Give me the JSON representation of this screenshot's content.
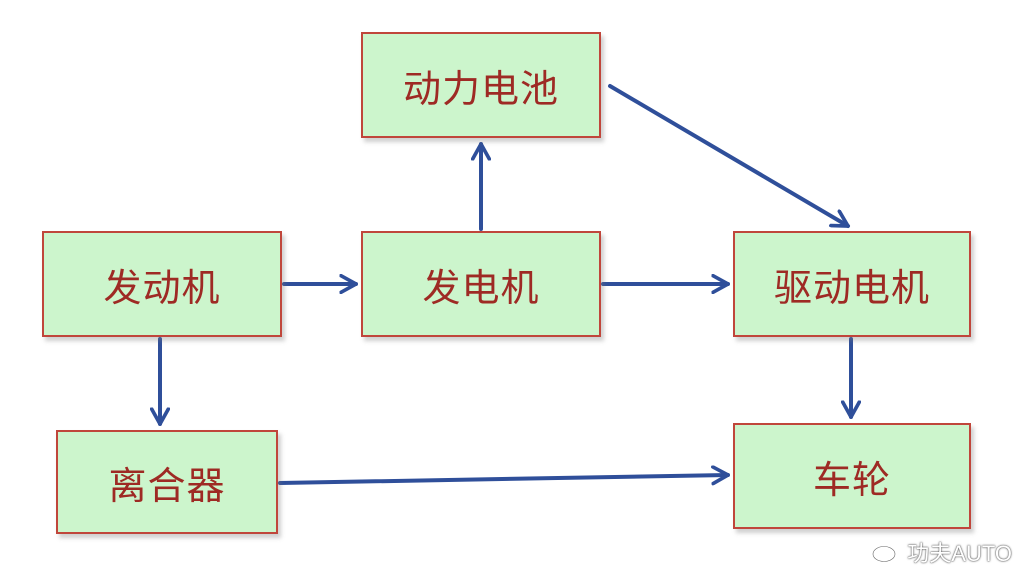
{
  "diagram": {
    "nodes": {
      "battery": "动力电池",
      "engine": "发动机",
      "generator": "发电机",
      "motor": "驱动电机",
      "clutch": "离合器",
      "wheels": "车轮"
    },
    "edges": [
      {
        "from": "engine",
        "to": "generator"
      },
      {
        "from": "generator",
        "to": "battery"
      },
      {
        "from": "generator",
        "to": "motor"
      },
      {
        "from": "battery",
        "to": "motor"
      },
      {
        "from": "engine",
        "to": "clutch"
      },
      {
        "from": "motor",
        "to": "wheels"
      },
      {
        "from": "clutch",
        "to": "wheels"
      }
    ],
    "colors": {
      "box_fill": "#ccf5cc",
      "box_border": "#c0463b",
      "label": "#9e2a24",
      "arrow": "#2f4f9a"
    }
  },
  "watermark": {
    "text": "功夫AUTO",
    "icon": "weibo-icon"
  }
}
